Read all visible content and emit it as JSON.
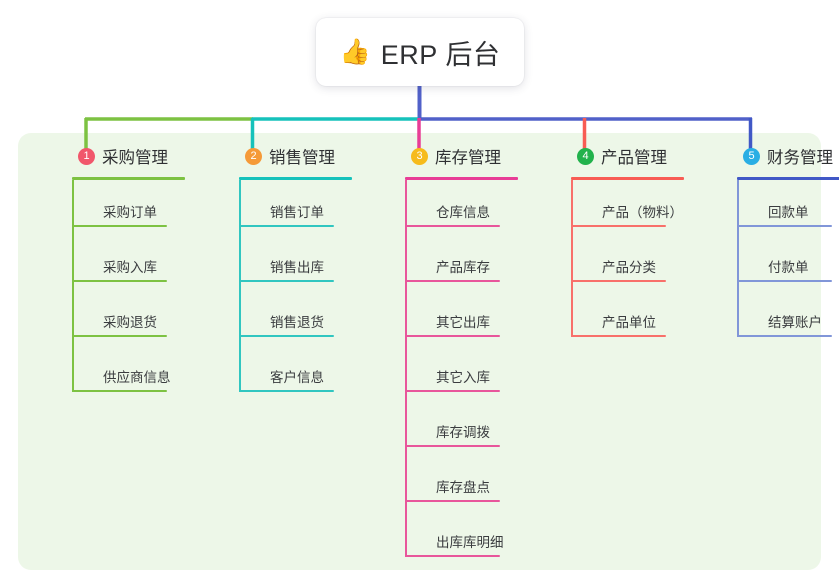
{
  "root": {
    "emoji": "👍",
    "emoji_name": "thumbs-up-emoji",
    "title": "ERP 后台"
  },
  "palette": {
    "panel_bg": "#edf7e8",
    "page_bg": "#ffffff",
    "text": "#2f3033",
    "trunk": "#5161c9"
  },
  "columns": [
    {
      "index": "1",
      "title": "采购管理",
      "badge_color": "#f1576b",
      "rule_color": "#7dc242",
      "line_color": "#7dc242",
      "items": [
        {
          "label": "采购订单"
        },
        {
          "label": "采购入库"
        },
        {
          "label": "采购退货"
        },
        {
          "label": "供应商信息"
        }
      ]
    },
    {
      "index": "2",
      "title": "销售管理",
      "badge_color": "#f59a38",
      "rule_color": "#16c2bb",
      "line_color": "#31c6c0",
      "items": [
        {
          "label": "销售订单"
        },
        {
          "label": "销售出库"
        },
        {
          "label": "销售退货"
        },
        {
          "label": "客户信息"
        }
      ]
    },
    {
      "index": "3",
      "title": "库存管理",
      "badge_color": "#f6bb1c",
      "rule_color": "#e83d96",
      "line_color": "#e8569b",
      "items": [
        {
          "label": "仓库信息"
        },
        {
          "label": "产品库存"
        },
        {
          "label": "其它出库"
        },
        {
          "label": "其它入库"
        },
        {
          "label": "库存调拨"
        },
        {
          "label": "库存盘点"
        },
        {
          "label": "出库库明细"
        }
      ]
    },
    {
      "index": "4",
      "title": "产品管理",
      "badge_color": "#22b24c",
      "rule_color": "#f85c54",
      "line_color": "#f8706a",
      "items": [
        {
          "label": "产品（物料）"
        },
        {
          "label": "产品分类"
        },
        {
          "label": "产品单位"
        }
      ]
    },
    {
      "index": "5",
      "title": "财务管理",
      "badge_color": "#29aee4",
      "rule_color": "#4158c6",
      "line_color": "#8196d8",
      "items": [
        {
          "label": "回款单"
        },
        {
          "label": "付款单"
        },
        {
          "label": "结算账户"
        }
      ]
    }
  ]
}
